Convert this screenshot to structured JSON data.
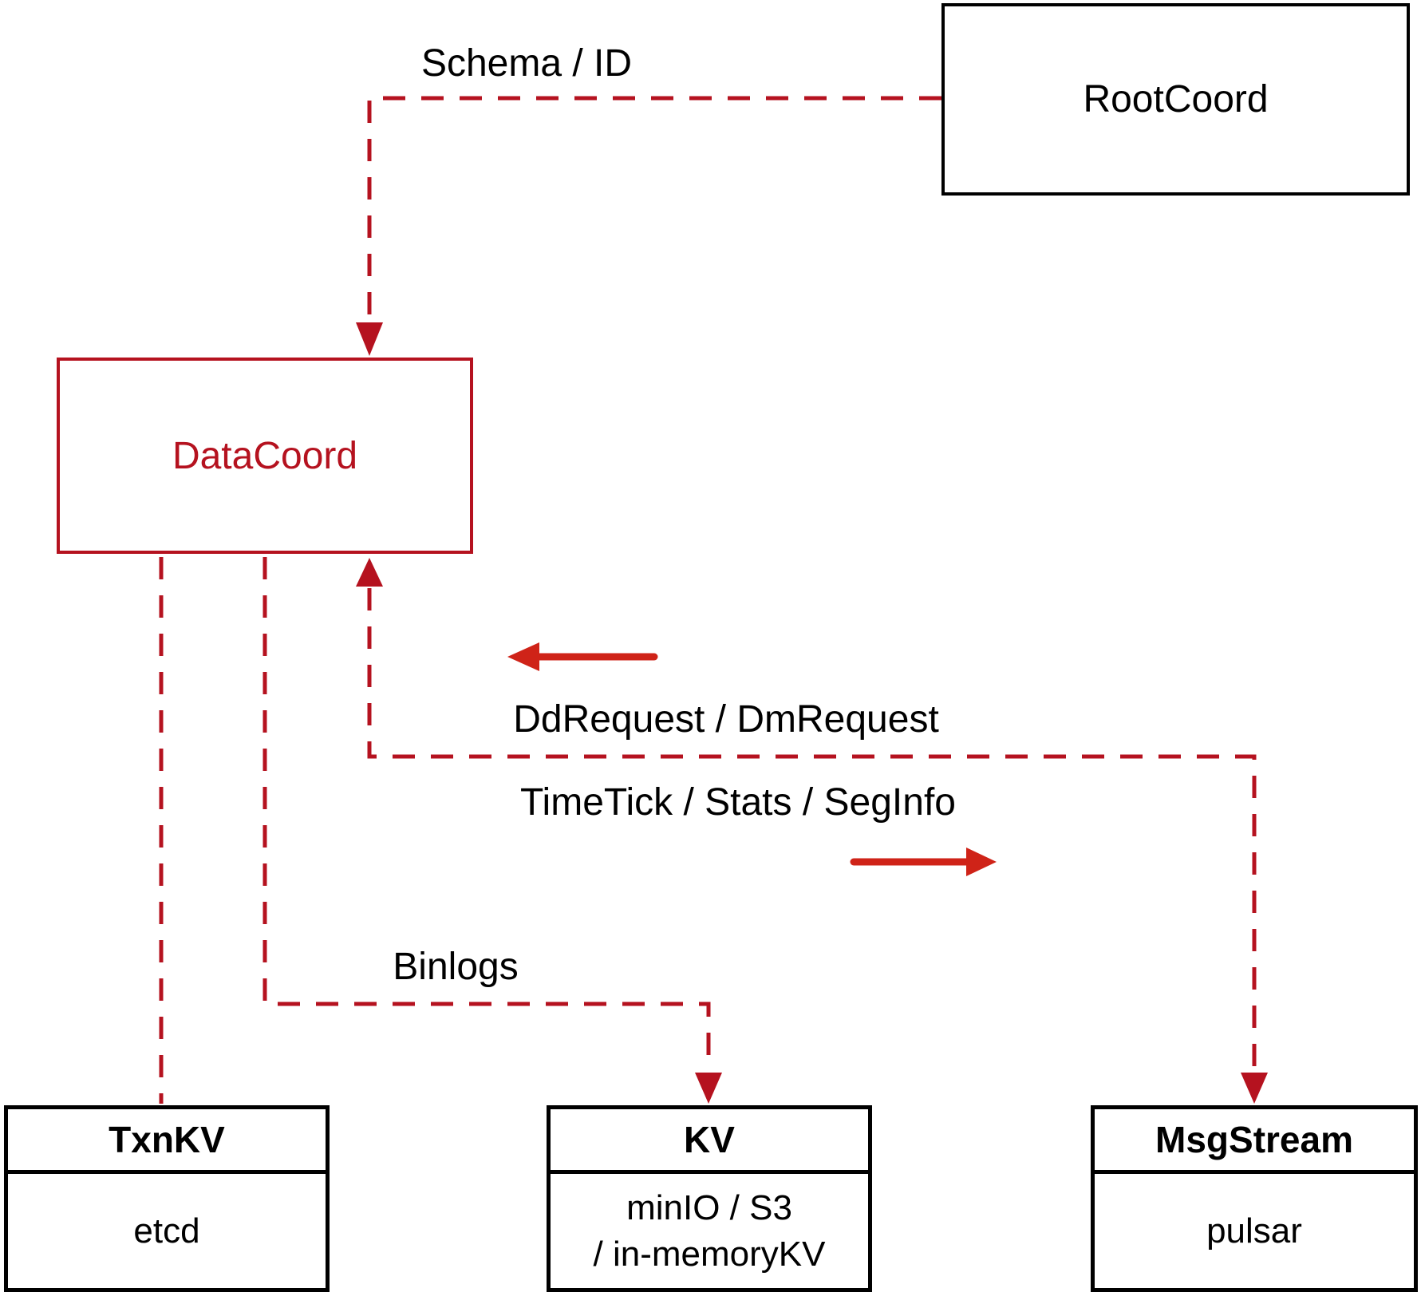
{
  "colors": {
    "dashed_red": "#b5121f",
    "solid_red": "#cf2318",
    "box_border_black": "#000000",
    "background": "#ffffff"
  },
  "nodes": {
    "rootcoord": {
      "label": "RootCoord"
    },
    "datacoord": {
      "label": "DataCoord"
    },
    "txnkv": {
      "title": "TxnKV",
      "body": "etcd"
    },
    "kv": {
      "title": "KV",
      "body_line1": "minIO / S3",
      "body_line2": "/ in-memoryKV"
    },
    "msgstream": {
      "title": "MsgStream",
      "body": "pulsar"
    }
  },
  "edges": {
    "schema_id": {
      "label": "Schema / ID"
    },
    "binlogs": {
      "label": "Binlogs"
    },
    "dd_request": {
      "label": "DdRequest / DmRequest"
    },
    "time_tick": {
      "label": "TimeTick / Stats / SegInfo"
    }
  }
}
